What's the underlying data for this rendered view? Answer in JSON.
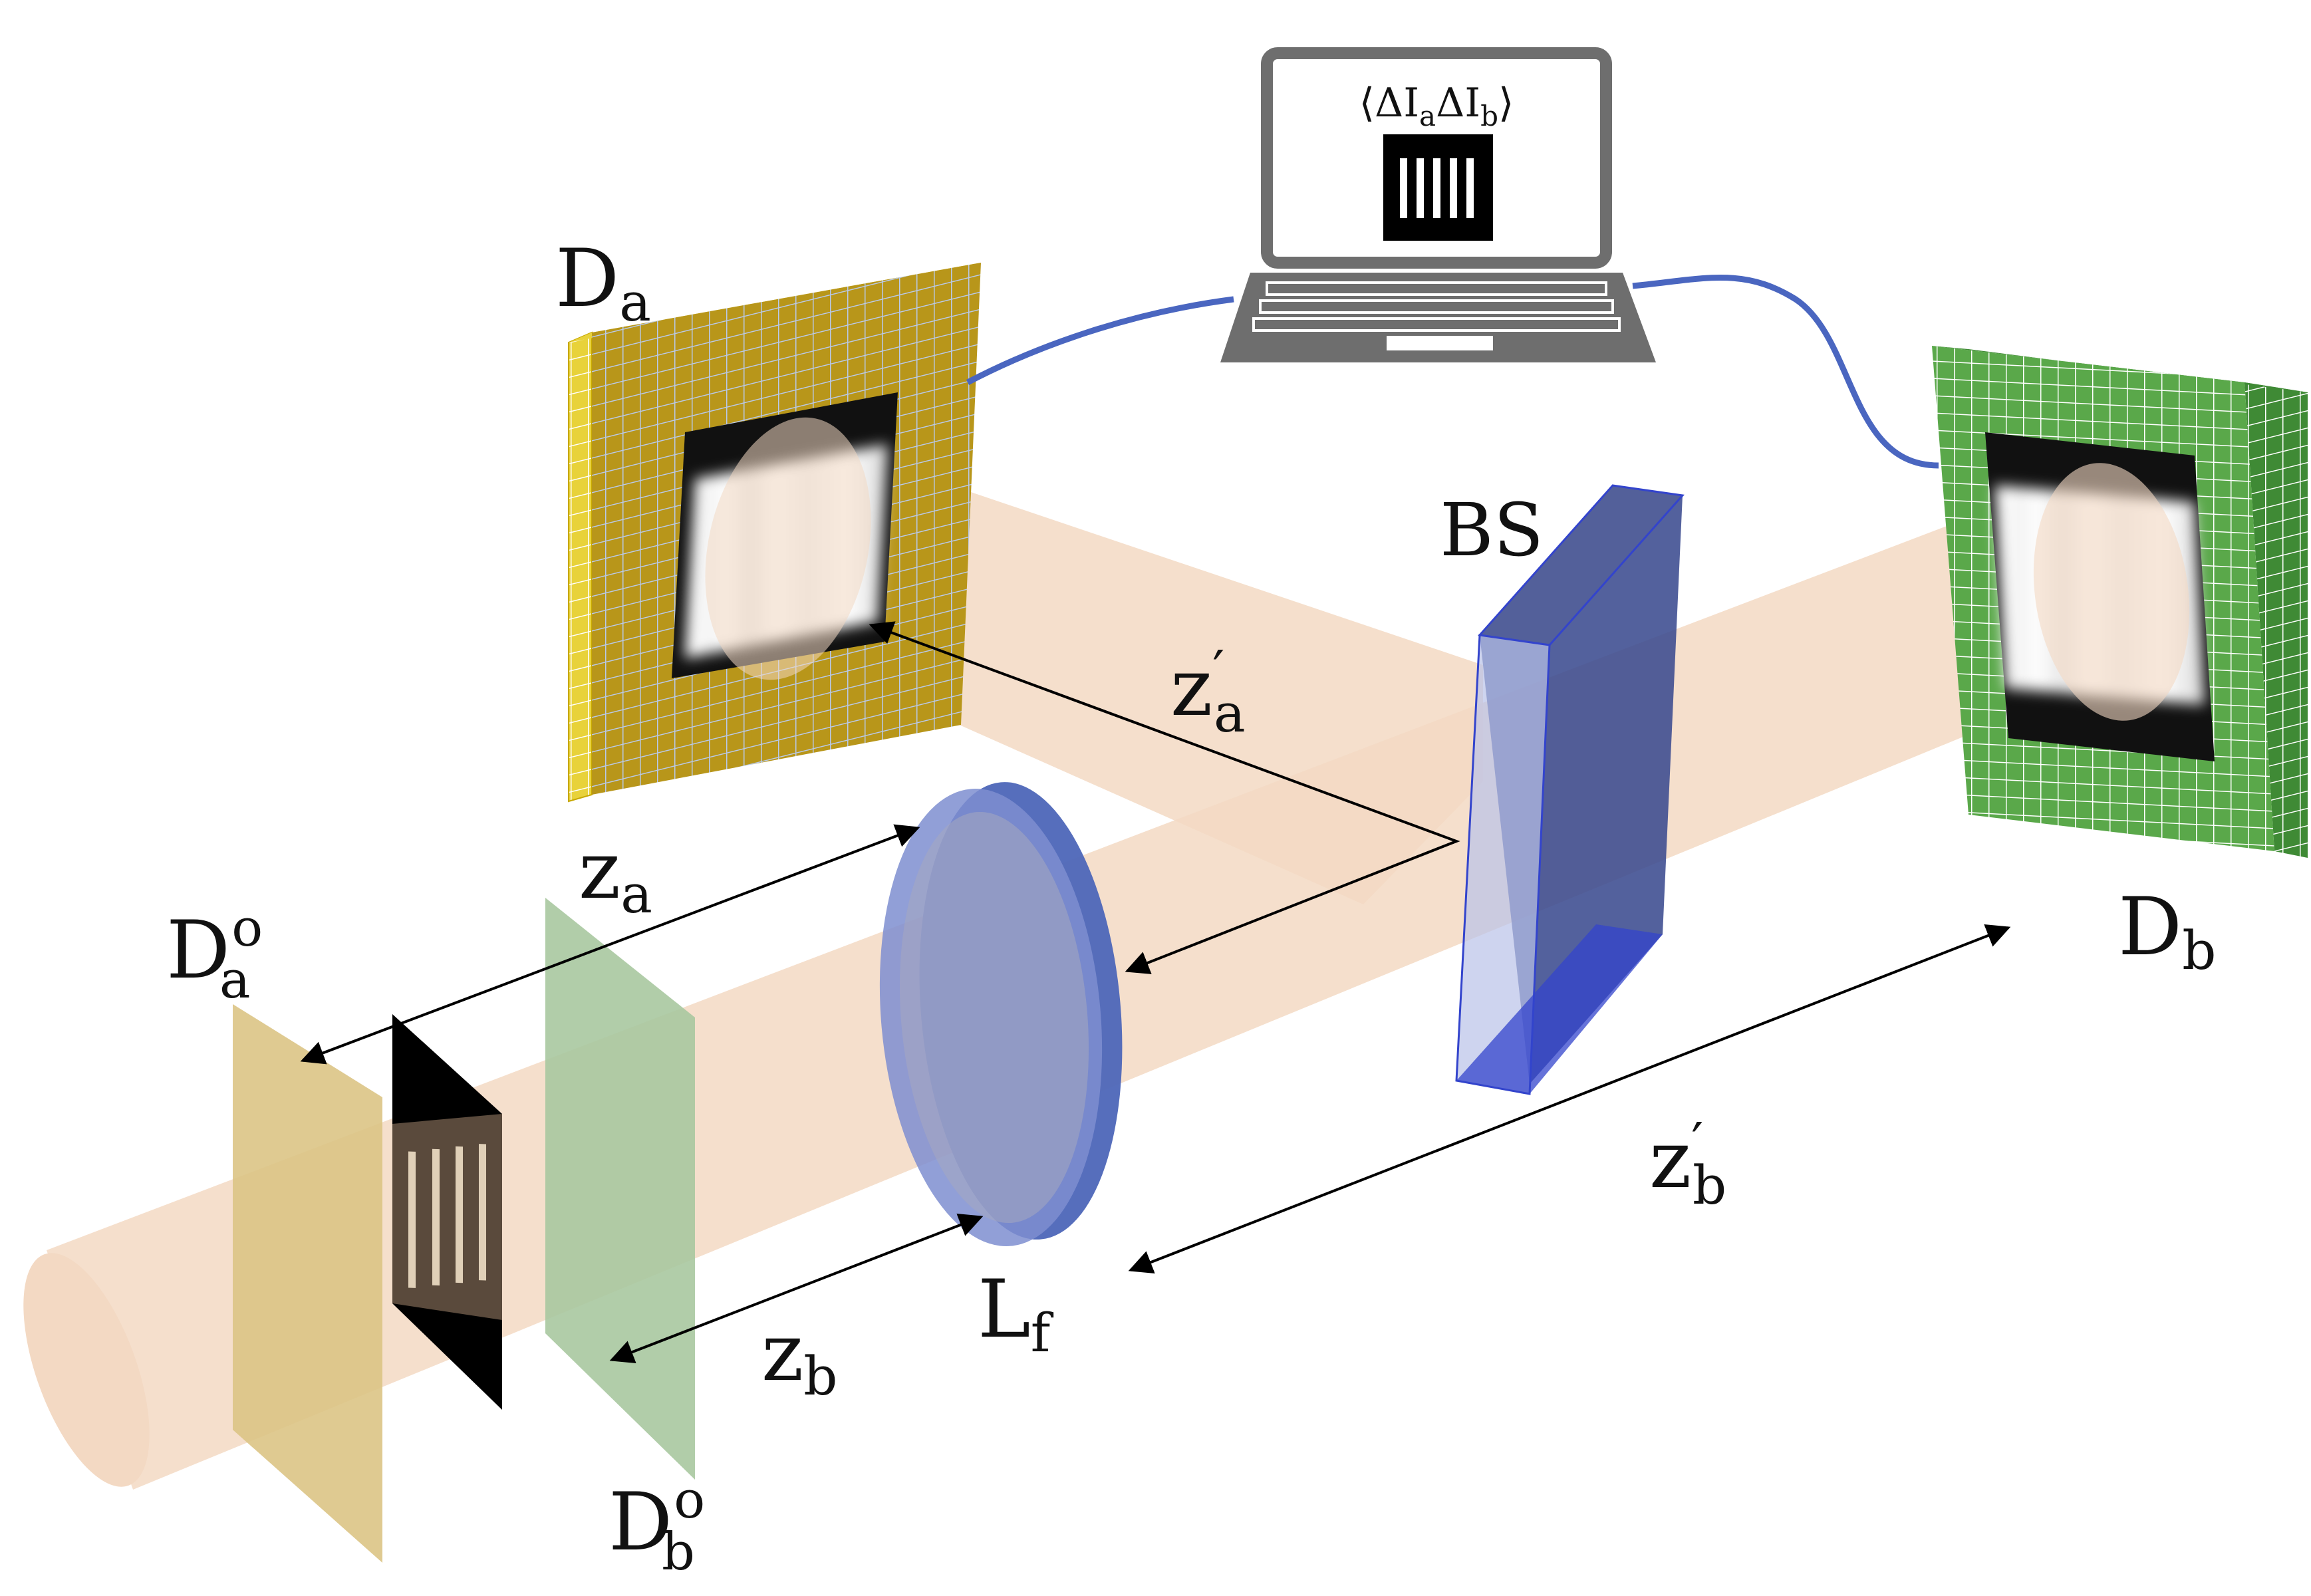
{
  "labels": {
    "detector_a": {
      "main": "D",
      "sub": "a"
    },
    "detector_b": {
      "main": "D",
      "sub": "b"
    },
    "object_detector_a": {
      "main": "D",
      "sub": "a",
      "sup": "o"
    },
    "object_detector_b": {
      "main": "D",
      "sub": "b",
      "sup": "o"
    },
    "beam_splitter": "BS",
    "lens": {
      "main": "L",
      "sub": "f"
    },
    "distance_za": {
      "main": "z",
      "sub": "a"
    },
    "distance_zb": {
      "main": "z",
      "sub": "b"
    },
    "distance_za_prime": {
      "main": "z",
      "sub": "a",
      "prime": "′"
    },
    "distance_zb_prime": {
      "main": "z",
      "sub": "b",
      "prime": "′"
    }
  },
  "laptop_screen": {
    "open": "⟨",
    "delta1": "ΔI",
    "sub1": "a",
    "delta2": "ΔI",
    "sub2": "b",
    "close": "⟩"
  },
  "colors": {
    "beam": "#f3d9c3",
    "detector_a_grid": "#b8961a",
    "detector_a_side": "#e8d23a",
    "detector_b_grid": "#5aa84a",
    "detector_b_side": "#3f8a35",
    "beam_splitter": "#3b4b8f",
    "lens": "#5b74c8",
    "cable": "#4a66c0",
    "laptop": "#6e6e6e",
    "plane_a": "#dcc485",
    "plane_b": "#a9c8a0"
  }
}
